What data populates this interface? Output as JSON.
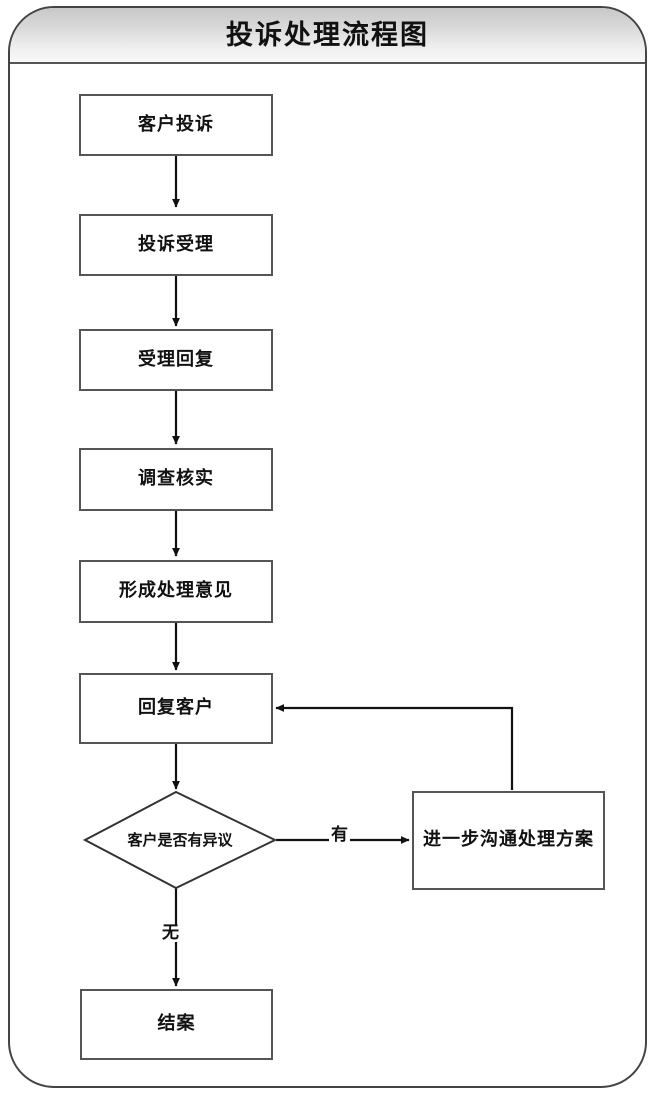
{
  "document": {
    "title": "投诉处理流程图"
  },
  "flow": {
    "nodes": [
      {
        "id": "customer-complaint",
        "label": "客户投诉",
        "shape": "process"
      },
      {
        "id": "complaint-acceptance",
        "label": "投诉受理",
        "shape": "process"
      },
      {
        "id": "acceptance-reply",
        "label": "受理回复",
        "shape": "process"
      },
      {
        "id": "investigate-verify",
        "label": "调查核实",
        "shape": "process"
      },
      {
        "id": "form-opinion",
        "label": "形成处理意见",
        "shape": "process"
      },
      {
        "id": "reply-customer",
        "label": "回复客户",
        "shape": "process"
      },
      {
        "id": "customer-objection",
        "label": "客户是否有异议",
        "shape": "decision"
      },
      {
        "id": "further-communicate",
        "label": "进一步沟通处理方案",
        "shape": "process"
      },
      {
        "id": "close-case",
        "label": "结案",
        "shape": "process"
      }
    ],
    "edge_labels": {
      "yes": "有",
      "no": "无"
    }
  },
  "colors": {
    "stroke": "#555555",
    "arrow": "#111111",
    "background": "#ffffff",
    "header_top": "#c8c8c8",
    "header_bottom": "#f8f8f8"
  }
}
